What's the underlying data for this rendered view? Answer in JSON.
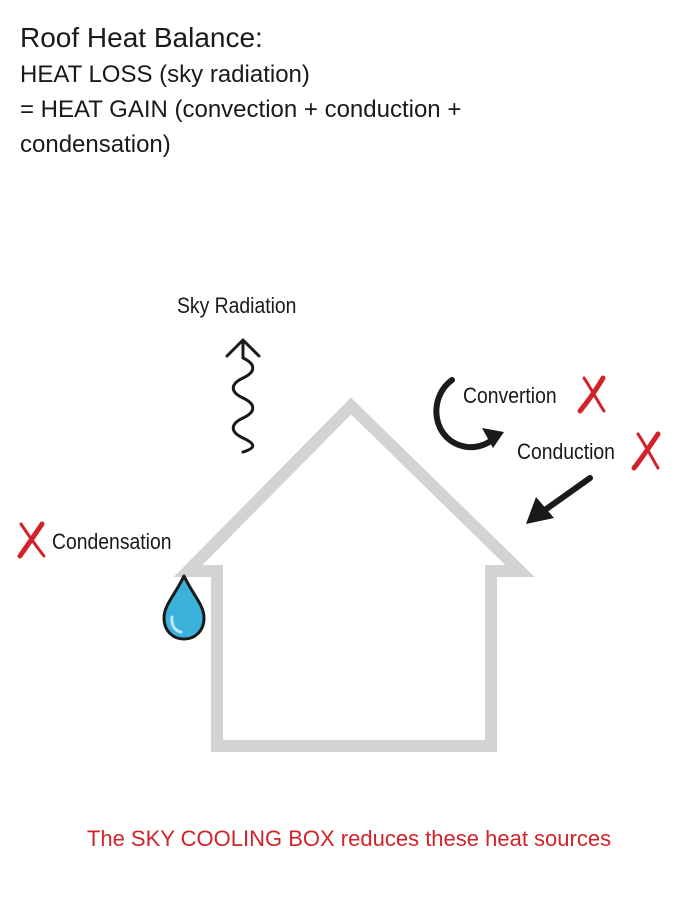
{
  "header": {
    "title": "Roof Heat Balance:",
    "line1": "HEAT LOSS (sky radiation)",
    "line2": "= HEAT GAIN (convection + conduction +",
    "line3": "condensation)"
  },
  "labels": {
    "sky_radiation": "Sky Radiation",
    "convection": "Convertion",
    "conduction": "Conduction",
    "condensation": "Condensation"
  },
  "footer": "The SKY COOLING BOX reduces these heat sources",
  "colors": {
    "house_outline": "#d3d3d3",
    "cross": "#d1232a",
    "drop": "#3bb2dc",
    "footer": "#d1232a"
  },
  "icons": [
    "wavy-arrow-up-icon",
    "curved-arrow-icon",
    "diagonal-arrow-icon",
    "x-mark-icon",
    "water-drop-icon",
    "house-outline-icon"
  ]
}
